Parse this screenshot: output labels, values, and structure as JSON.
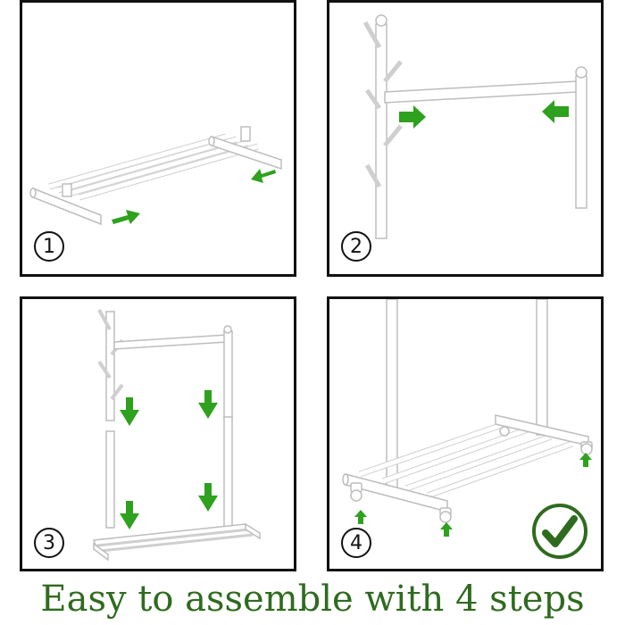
{
  "panels": [
    {
      "step": "1",
      "icon": "shelf-assembly-illustration"
    },
    {
      "step": "2",
      "icon": "top-rail-assembly-illustration"
    },
    {
      "step": "3",
      "icon": "upright-assembly-illustration"
    },
    {
      "step": "4",
      "icon": "wheels-assembly-illustration"
    }
  ],
  "check_icon": "checkmark-icon",
  "caption": "Easy to assemble with 4 steps",
  "colors": {
    "arrow": "#2ea11e",
    "caption": "#2f6b1f",
    "border": "#111111"
  }
}
